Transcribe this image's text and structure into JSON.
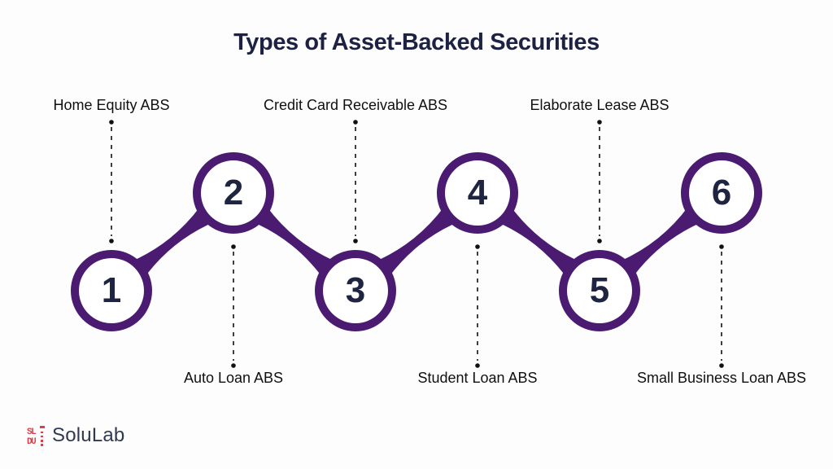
{
  "title": "Types of Asset-Backed Securities",
  "items": [
    {
      "num": "1",
      "label": "Home Equity ABS",
      "label_position": "top"
    },
    {
      "num": "2",
      "label": "Auto Loan ABS",
      "label_position": "bottom"
    },
    {
      "num": "3",
      "label": "Credit Card Receivable ABS",
      "label_position": "top"
    },
    {
      "num": "4",
      "label": "Student Loan ABS",
      "label_position": "bottom"
    },
    {
      "num": "5",
      "label": "Elaborate Lease ABS",
      "label_position": "top"
    },
    {
      "num": "6",
      "label": "Small Business Loan ABS",
      "label_position": "bottom"
    }
  ],
  "logo": {
    "text": "SoluLab"
  },
  "colors": {
    "accent_purple": "#4a1b70",
    "number_navy": "#1f2440",
    "title_navy": "#1d2242",
    "label_black": "#101010",
    "logo_navy": "#2f3a51",
    "logo_red": "#d4424b",
    "background": "#fdfdfe"
  }
}
